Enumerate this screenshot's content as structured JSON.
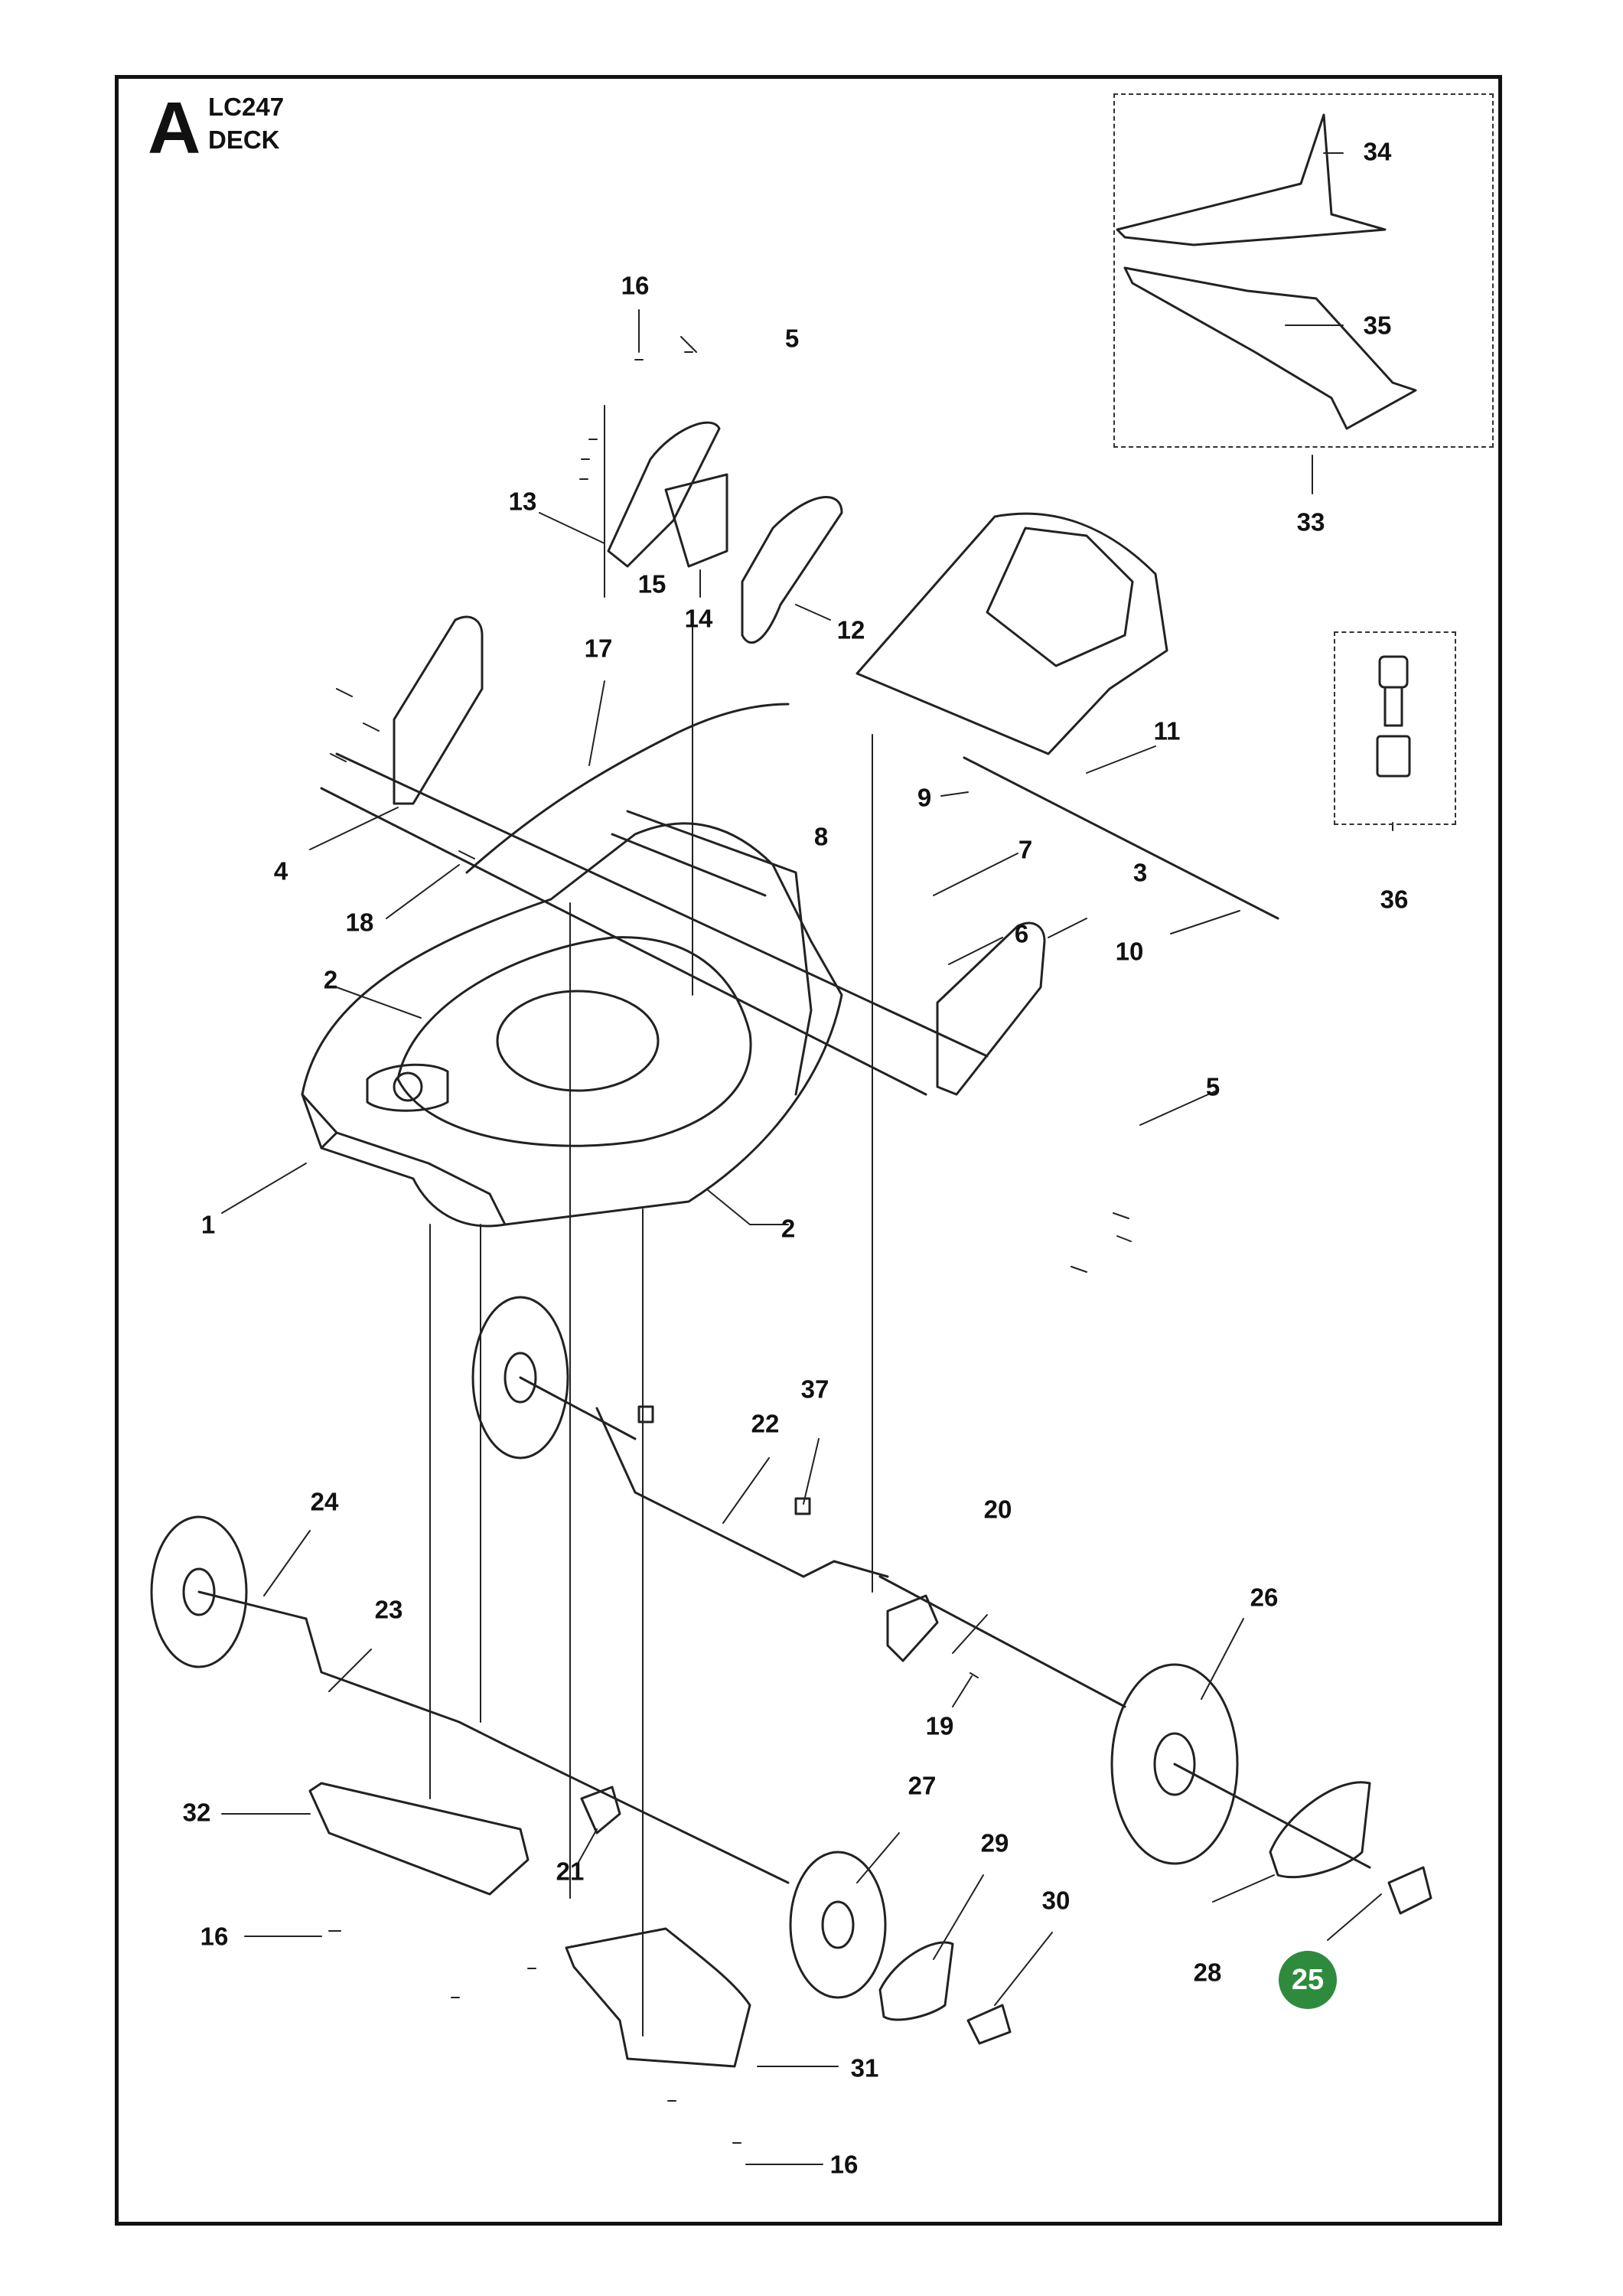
{
  "header": {
    "section_letter": "A",
    "model": "LC247",
    "section": "DECK"
  },
  "highlight_color": "#2e8b3d",
  "callouts": [
    {
      "id": "c1",
      "text": "1"
    },
    {
      "id": "c2a",
      "text": "2"
    },
    {
      "id": "c2b",
      "text": "2"
    },
    {
      "id": "c3",
      "text": "3"
    },
    {
      "id": "c4",
      "text": "4"
    },
    {
      "id": "c5a",
      "text": "5"
    },
    {
      "id": "c5b",
      "text": "5"
    },
    {
      "id": "c6",
      "text": "6"
    },
    {
      "id": "c7",
      "text": "7"
    },
    {
      "id": "c8",
      "text": "8"
    },
    {
      "id": "c9",
      "text": "9"
    },
    {
      "id": "c10",
      "text": "10"
    },
    {
      "id": "c11",
      "text": "11"
    },
    {
      "id": "c12",
      "text": "12"
    },
    {
      "id": "c13",
      "text": "13"
    },
    {
      "id": "c14",
      "text": "14"
    },
    {
      "id": "c15",
      "text": "15"
    },
    {
      "id": "c16a",
      "text": "16"
    },
    {
      "id": "c16b",
      "text": "16"
    },
    {
      "id": "c16c",
      "text": "16"
    },
    {
      "id": "c17",
      "text": "17"
    },
    {
      "id": "c18",
      "text": "18"
    },
    {
      "id": "c19",
      "text": "19"
    },
    {
      "id": "c20",
      "text": "20"
    },
    {
      "id": "c21",
      "text": "21"
    },
    {
      "id": "c22",
      "text": "22"
    },
    {
      "id": "c23",
      "text": "23"
    },
    {
      "id": "c24",
      "text": "24"
    },
    {
      "id": "c25",
      "text": "25",
      "highlighted": true
    },
    {
      "id": "c26",
      "text": "26"
    },
    {
      "id": "c27",
      "text": "27"
    },
    {
      "id": "c28",
      "text": "28"
    },
    {
      "id": "c29",
      "text": "29"
    },
    {
      "id": "c30",
      "text": "30"
    },
    {
      "id": "c31",
      "text": "31"
    },
    {
      "id": "c32",
      "text": "32"
    },
    {
      "id": "c33",
      "text": "33"
    },
    {
      "id": "c34",
      "text": "34"
    },
    {
      "id": "c35",
      "text": "35"
    },
    {
      "id": "c36",
      "text": "36"
    },
    {
      "id": "c37",
      "text": "37"
    }
  ]
}
